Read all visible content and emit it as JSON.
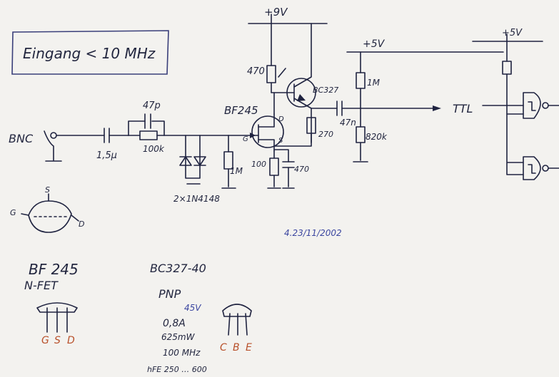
{
  "title_box": "Eingang < 10 MHz",
  "rails": {
    "v9": "+9V",
    "v5a": "+5V",
    "v5b": "+5V"
  },
  "connector": "BNC",
  "components": {
    "c_in": "1,5µ",
    "c_par": "47p",
    "r_ser": "100k",
    "diodes": "2×1N4148",
    "r_gate": "1M",
    "fet": "BF245",
    "fet_g": "G",
    "fet_d": "D",
    "fet_s": "S",
    "r_drain": "470",
    "bjt": "BC327",
    "r_src": "100",
    "c_src": "470",
    "r_emit": "270",
    "c_out": "47n",
    "r_top": "1M",
    "r_bot": "820k",
    "ttl": "TTL"
  },
  "date": "4.23/11/2002",
  "fet_pinout": {
    "s": "S",
    "g": "G",
    "d": "D"
  },
  "fet_info": {
    "name": "BF 245",
    "type": "N-FET",
    "pins": [
      "G",
      "S",
      "D"
    ]
  },
  "bjt_info": {
    "name": "BC327-40",
    "type": "PNP",
    "specs": [
      "45V",
      "0,8A",
      "625mW",
      "100 MHz",
      "hFE 250 … 600"
    ],
    "pins": [
      "C",
      "B",
      "E"
    ]
  },
  "colors": {
    "ink": "#1f2340",
    "pin_labels": "#b8502a",
    "date": "#3b46a0"
  }
}
